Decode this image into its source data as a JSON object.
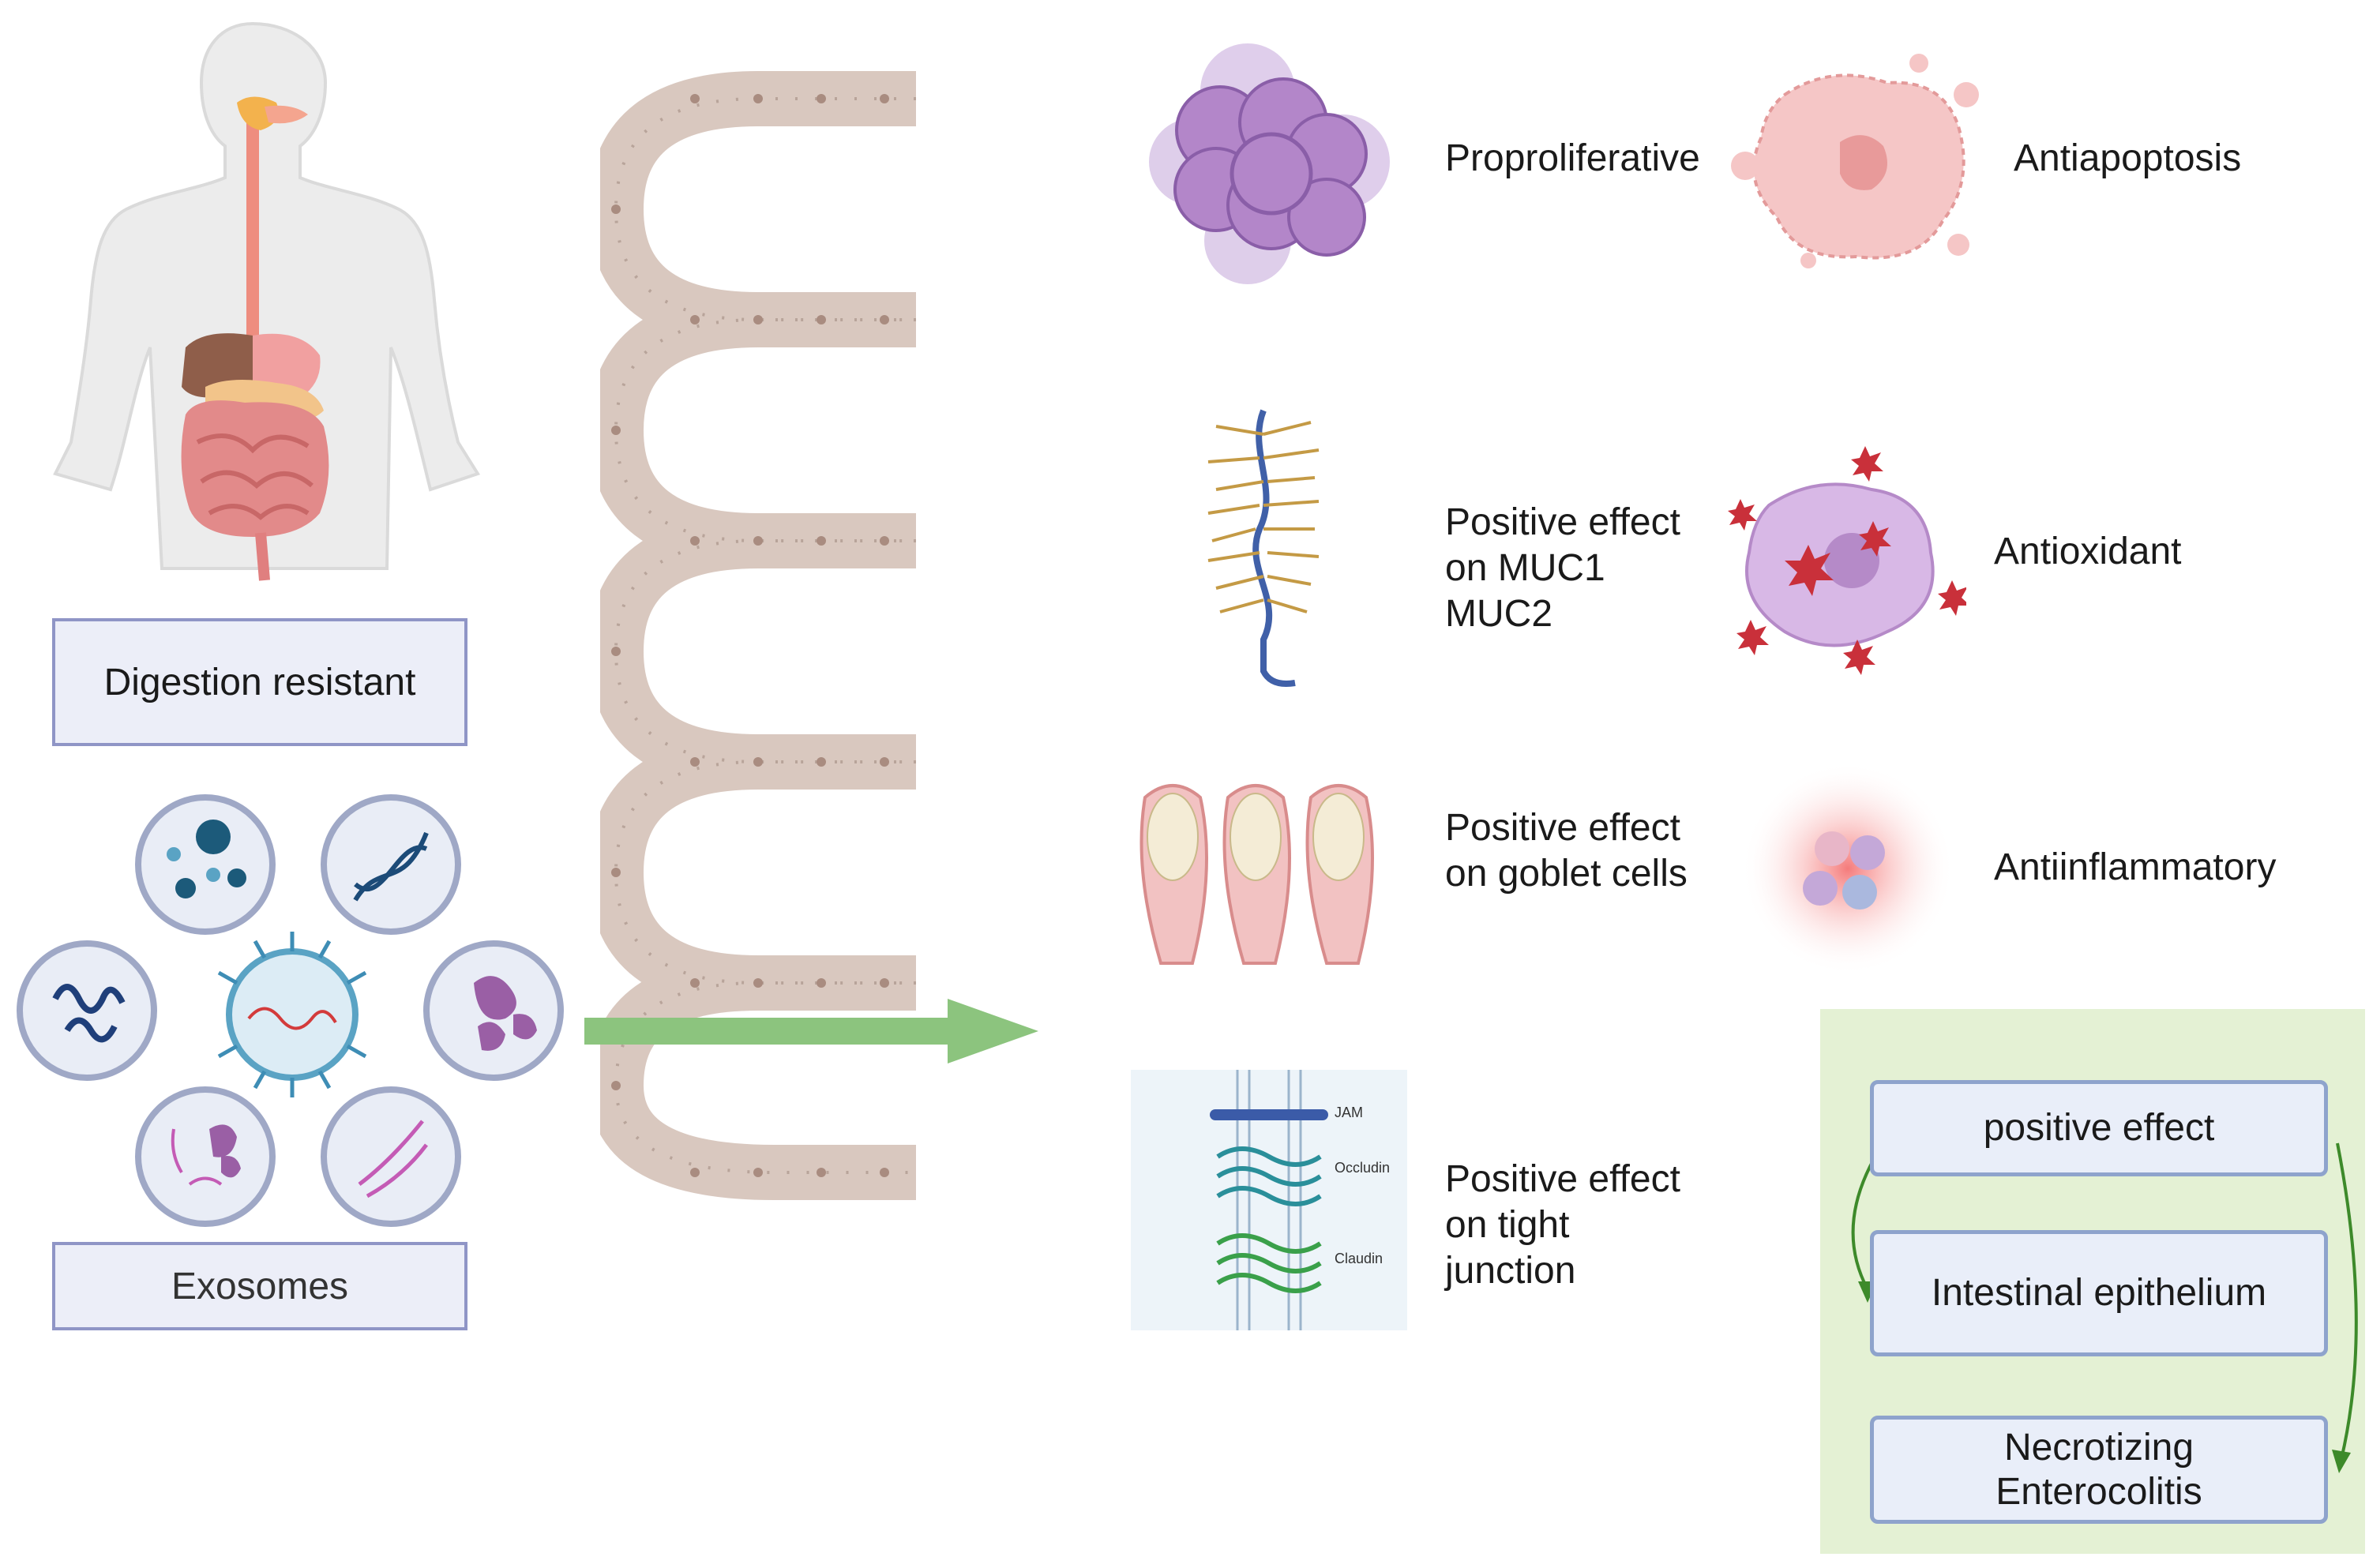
{
  "left": {
    "digestion_label": "Digestion resistant",
    "exosomes_label": "Exosomes"
  },
  "effects": {
    "proproliferative": "Proproliferative",
    "antiapoptosis": "Antiapoptosis",
    "muc_lines": [
      "Positive effect",
      "on MUC1",
      "MUC2"
    ],
    "antioxidant": "Antioxidant",
    "goblet_lines": [
      "Positive effect",
      "on goblet cells"
    ],
    "antiinflammatory": "Antiinflammatory",
    "tight_lines": [
      "Positive effect",
      "on tight",
      "junction"
    ]
  },
  "junction_labels": {
    "jam": "JAM",
    "occludin": "Occludin",
    "claudin": "Claudin"
  },
  "flow": {
    "step1": "positive effect",
    "step2": "Intestinal epithelium",
    "step3_lines": [
      "Necrotizing",
      "Enterocolitis"
    ]
  },
  "colors": {
    "arrow": "#8cc47e",
    "box_border": "#8f95c6",
    "flow_panel": "#e4f1d4",
    "intestine": "#d9c8bf"
  }
}
